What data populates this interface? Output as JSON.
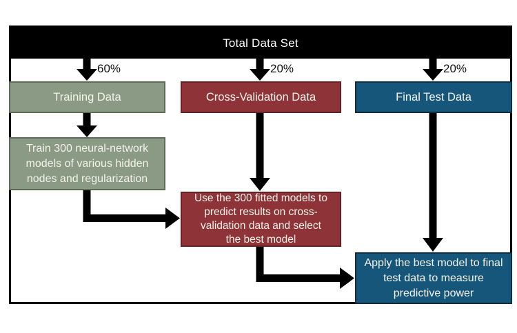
{
  "diagram": {
    "title": "Total Data Set",
    "splits": [
      {
        "percent": "60%",
        "target": "Training Data"
      },
      {
        "percent": "20%",
        "target": "Cross-Validation Data"
      },
      {
        "percent": "20%",
        "target": "Final Test Data"
      }
    ],
    "columns": [
      {
        "header": "Training Data",
        "detail_lines": [
          "Train 300 neural-network",
          "models of various hidden",
          "nodes and regularization"
        ]
      },
      {
        "header": "Cross-Validation Data",
        "detail_lines": [
          "Use the 300 fitted models to",
          "predict results on cross-",
          "validation data and select",
          "the best model"
        ]
      },
      {
        "header": "Final Test Data",
        "detail_lines": [
          "Apply the best model to final",
          "test data to measure",
          "predictive power"
        ]
      }
    ],
    "colors": {
      "training_fill": "#8A9A84",
      "training_border": "#5D6B57",
      "cross_validation_fill": "#8E3438",
      "cross_validation_border": "#622326",
      "final_test_fill": "#16567B",
      "final_test_border": "#0E2F44",
      "header_bar": "#000000",
      "arrow": "#000000",
      "box_text": "#F4F3EC",
      "percent_text": "#111111"
    }
  }
}
